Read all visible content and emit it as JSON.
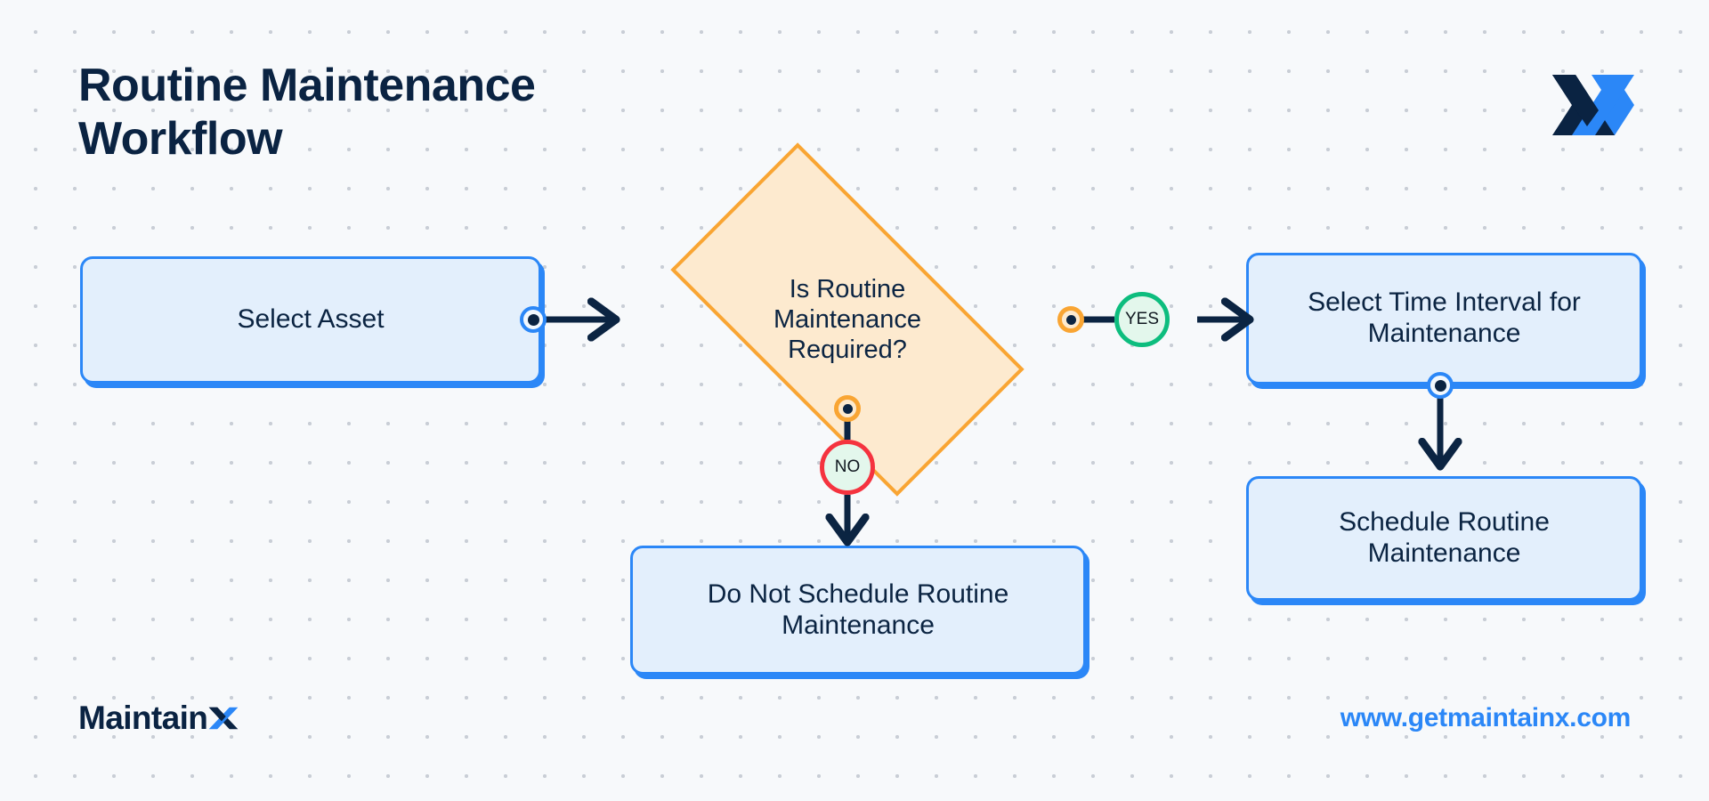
{
  "header": {
    "title": "Routine Maintenance\nWorkflow",
    "logo_icon": "maintainx-x-logo-icon"
  },
  "footer": {
    "wordmark_text": "Maintain",
    "wordmark_icon": "maintainx-x-logo-icon",
    "url": "www.getmaintainx.com"
  },
  "colors": {
    "background": "#f7f9fb",
    "dot_grid": "#c9ced6",
    "navy": "#0a2342",
    "blue": "#2b87f7",
    "box_fill": "#e3effc",
    "orange": "#f9a533",
    "diamond_fill": "#fdeacf",
    "green": "#0dbd7e",
    "red": "#f5333f",
    "badge_fill": "#e3f7ec",
    "arrow": "#0b2442"
  },
  "chart_data": {
    "type": "diagram",
    "title": "Routine Maintenance Workflow",
    "nodes": [
      {
        "id": "select-asset",
        "shape": "process",
        "label": "Select Asset"
      },
      {
        "id": "is-routine-maintenance-required",
        "shape": "decision",
        "label": "Is Routine\nMaintenance\nRequired?"
      },
      {
        "id": "select-time-interval",
        "shape": "process",
        "label": "Select Time Interval for\nMaintenance"
      },
      {
        "id": "schedule-routine-maintenance",
        "shape": "process",
        "label": "Schedule Routine\nMaintenance"
      },
      {
        "id": "do-not-schedule",
        "shape": "process",
        "label": "Do Not Schedule Routine\nMaintenance"
      }
    ],
    "edges": [
      {
        "from": "select-asset",
        "to": "is-routine-maintenance-required",
        "label": ""
      },
      {
        "from": "is-routine-maintenance-required",
        "to": "select-time-interval",
        "label": "YES"
      },
      {
        "from": "is-routine-maintenance-required",
        "to": "do-not-schedule",
        "label": "NO"
      },
      {
        "from": "select-time-interval",
        "to": "schedule-routine-maintenance",
        "label": ""
      }
    ]
  },
  "flow": {
    "select_asset": {
      "label": "Select Asset"
    },
    "decision": {
      "label": "Is Routine\nMaintenance\nRequired?"
    },
    "select_interval": {
      "label": "Select Time Interval for\nMaintenance"
    },
    "schedule": {
      "label": "Schedule Routine\nMaintenance"
    },
    "do_not_schedule": {
      "label": "Do Not Schedule Routine\nMaintenance"
    },
    "badges": {
      "yes": "YES",
      "no": "NO"
    }
  }
}
